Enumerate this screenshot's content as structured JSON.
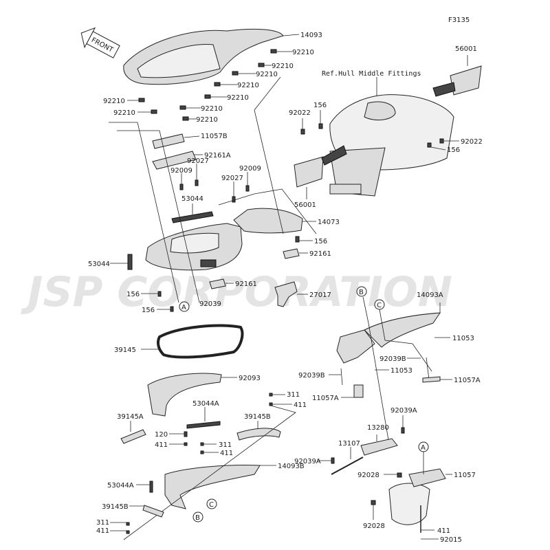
{
  "figure_code": "F3135",
  "watermark": "JSP CORPORATION",
  "front_arrow_label": "FRONT",
  "reference_note": "Ref.Hull Middle Fittings",
  "callout_letters": [
    "A",
    "B",
    "C"
  ],
  "part_numbers": {
    "p14093": "14093",
    "p92210": "92210",
    "p56001": "56001",
    "p92022": "92022",
    "p156": "156",
    "p11057B": "11057B",
    "p92161A": "92161A",
    "p92027": "92027",
    "p92009": "92009",
    "p53044": "53044",
    "p14073": "14073",
    "p92161": "92161",
    "p27017": "27017",
    "p92039": "92039",
    "p14093A": "14093A",
    "p11053": "11053",
    "p92039B": "92039B",
    "p11057A": "11057A",
    "p39145": "39145",
    "p92093": "92093",
    "p53044A": "53044A",
    "p39145A": "39145A",
    "p39145B": "39145B",
    "p311": "311",
    "p411": "411",
    "p120": "120",
    "p14093B": "14093B",
    "p13280": "13280",
    "p13107": "13107",
    "p92039A": "92039A",
    "p92028": "92028",
    "p11057": "11057",
    "p92015": "92015"
  }
}
